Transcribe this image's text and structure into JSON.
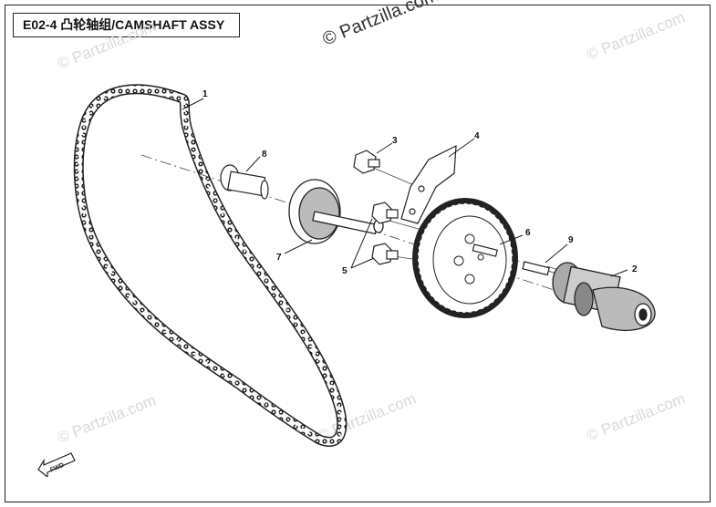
{
  "title": "E02-4 凸轮轴组/CAMSHAFT ASSY",
  "watermark": "© Partzilla.com",
  "fwd_label": "FWD",
  "callouts": [
    "1",
    "2",
    "3",
    "4",
    "5",
    "6",
    "7",
    "8",
    "9"
  ]
}
